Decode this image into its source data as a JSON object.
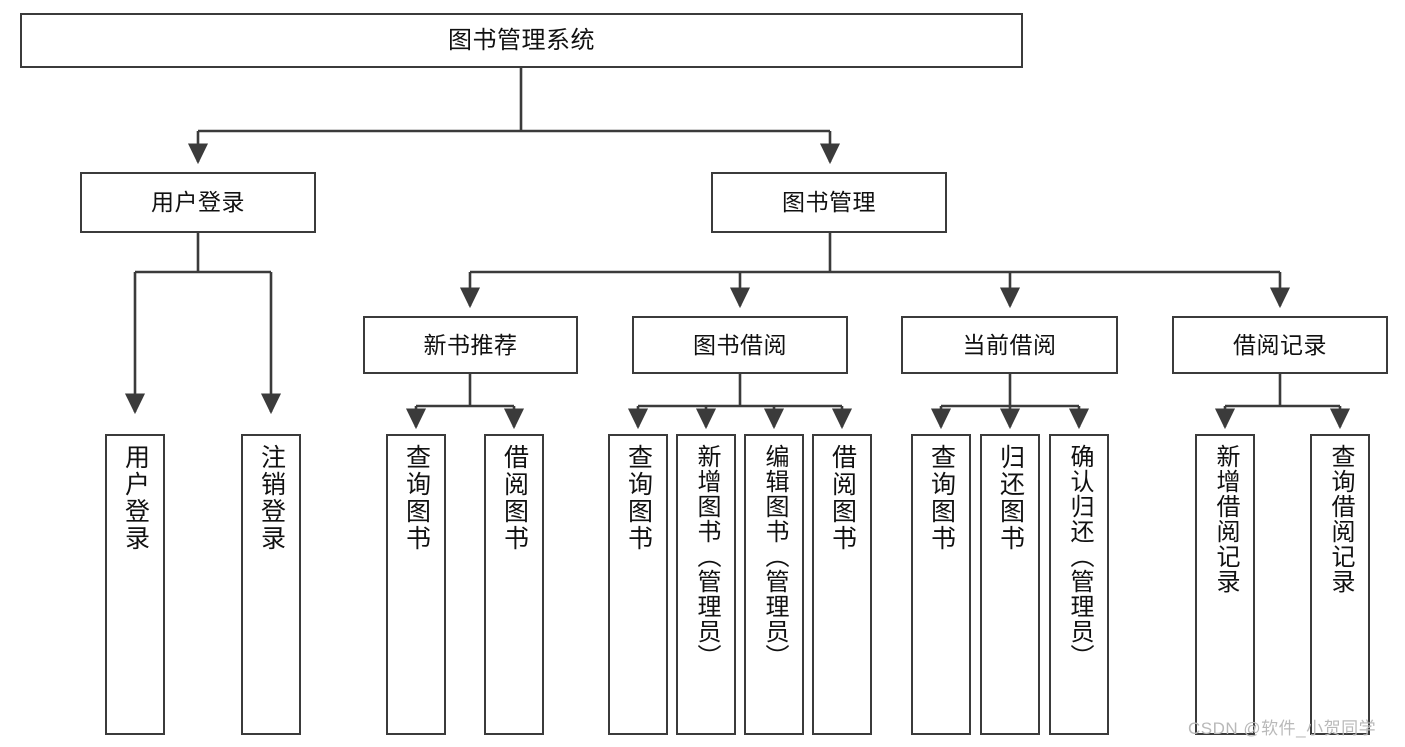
{
  "diagram": {
    "type": "tree-hierarchy",
    "title": "图书管理系统",
    "orientation": "top-down",
    "colors": {
      "box_border": "#3b3b3b",
      "box_fill": "#ffffff",
      "edge": "#3b3b3b",
      "text": "#111111",
      "watermark": "#b9b9b9"
    },
    "levels": 4
  },
  "nodes": {
    "root": {
      "id": "root",
      "label": "图书管理系统",
      "level": 1
    },
    "level2": [
      {
        "id": "user-login",
        "label": "用户登录",
        "level": 2
      },
      {
        "id": "book-manage",
        "label": "图书管理",
        "level": 2
      }
    ],
    "level3": [
      {
        "id": "new-book-recommend",
        "label": "新书推荐",
        "level": 3,
        "parent": "book-manage"
      },
      {
        "id": "book-borrow",
        "label": "图书借阅",
        "level": 3,
        "parent": "book-manage"
      },
      {
        "id": "current-borrow",
        "label": "当前借阅",
        "level": 3,
        "parent": "book-manage"
      },
      {
        "id": "borrow-record",
        "label": "借阅记录",
        "level": 3,
        "parent": "book-manage"
      }
    ],
    "leaves": [
      {
        "id": "leaf-user-login",
        "label": "用户登录",
        "parent": "user-login"
      },
      {
        "id": "leaf-logout-login",
        "label": "注销登录",
        "parent": "user-login"
      },
      {
        "id": "leaf-query-book-1",
        "label": "查询图书",
        "parent": "new-book-recommend"
      },
      {
        "id": "leaf-borrow-book-1",
        "label": "借阅图书",
        "parent": "new-book-recommend"
      },
      {
        "id": "leaf-query-book-2",
        "label": "查询图书",
        "parent": "book-borrow"
      },
      {
        "id": "leaf-add-book",
        "label": "新增图书（管理员）",
        "parent": "book-borrow"
      },
      {
        "id": "leaf-edit-book",
        "label": "编辑图书（管理员）",
        "parent": "book-borrow"
      },
      {
        "id": "leaf-borrow-book-2",
        "label": "借阅图书",
        "parent": "book-borrow"
      },
      {
        "id": "leaf-query-book-3",
        "label": "查询图书",
        "parent": "current-borrow"
      },
      {
        "id": "leaf-return-book",
        "label": "归还图书",
        "parent": "current-borrow"
      },
      {
        "id": "leaf-confirm-return",
        "label": "确认归还（管理员）",
        "parent": "current-borrow"
      },
      {
        "id": "leaf-add-record",
        "label": "新增借阅记录",
        "parent": "borrow-record"
      },
      {
        "id": "leaf-query-record",
        "label": "查询借阅记录",
        "parent": "borrow-record"
      }
    ]
  },
  "watermark": {
    "text": "CSDN @软件_小贺同学"
  }
}
